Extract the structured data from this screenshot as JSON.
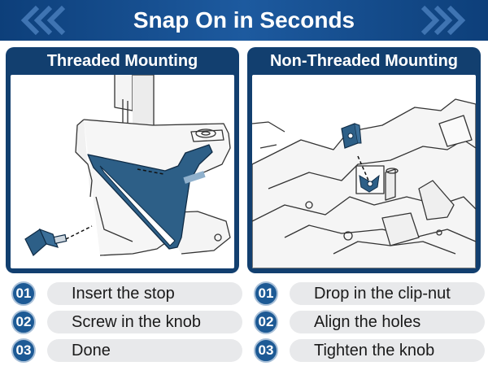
{
  "header": {
    "title": "Snap On in Seconds"
  },
  "panels": [
    {
      "title": "Threaded Mounting",
      "steps": [
        {
          "num": "01",
          "label": "Insert the stop"
        },
        {
          "num": "02",
          "label": "Screw in the knob"
        },
        {
          "num": "03",
          "label": "Done"
        }
      ]
    },
    {
      "title": "Non-Threaded Mounting",
      "steps": [
        {
          "num": "01",
          "label": "Drop in the clip-nut"
        },
        {
          "num": "02",
          "label": "Align the holes"
        },
        {
          "num": "03",
          "label": "Tighten the knob"
        }
      ]
    }
  ],
  "colors": {
    "banner": "#1d5a9f",
    "panel": "#123f6f",
    "part_fill": "#2d5f87",
    "step_badge": "#1d5a95",
    "step_pill": "#e8e9eb"
  },
  "icons": [
    "chevron-left-icon",
    "chevron-right-icon"
  ]
}
